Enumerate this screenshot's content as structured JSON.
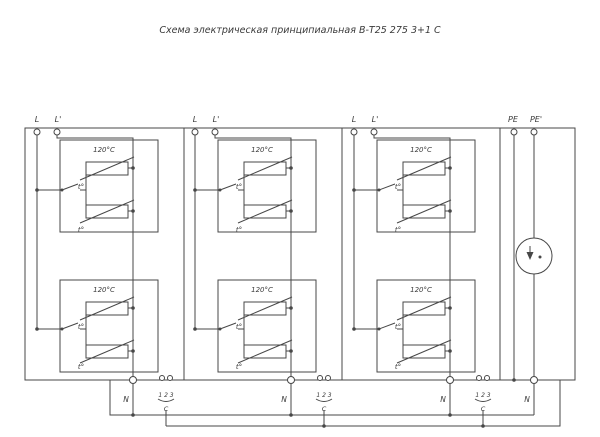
{
  "title": "Схема электрическая принципиальная В-Т25 275 3+1 С",
  "labels": {
    "l": "L",
    "l_prime": "L'",
    "pe": "PE",
    "pe_prime": "PE'",
    "temp": "120°С",
    "t": "t°",
    "n": "N",
    "pins": "1 2 3",
    "connector": "С"
  },
  "colors": {
    "line": "#474747",
    "text": "#3a3a3a",
    "background": "#ffffff"
  }
}
